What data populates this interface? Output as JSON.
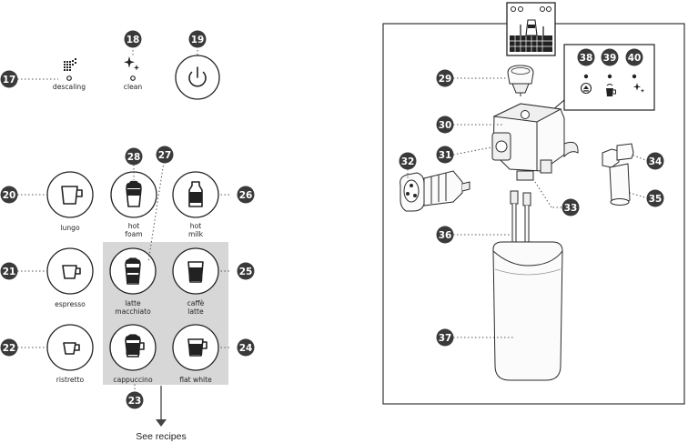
{
  "buttons": {
    "descaling": "descaling",
    "clean": "clean",
    "lungo": "lungo",
    "hot_foam": [
      "hot",
      "foam"
    ],
    "hot_milk": [
      "hot",
      "milk"
    ],
    "espresso": "espresso",
    "latte_macchiato": [
      "latte",
      "macchiato"
    ],
    "caffe_latte": [
      "caffè",
      "latte"
    ],
    "ristretto": "ristretto",
    "cappuccino": "cappuccino",
    "flat_white": "flat white"
  },
  "see_recipes": "See recipes",
  "callouts": {
    "n17": "17",
    "n18": "18",
    "n19": "19",
    "n20": "20",
    "n21": "21",
    "n22": "22",
    "n23": "23",
    "n24": "24",
    "n25": "25",
    "n26": "26",
    "n27": "27",
    "n28": "28",
    "n29": "29",
    "n30": "30",
    "n31": "31",
    "n32": "32",
    "n33": "33",
    "n34": "34",
    "n35": "35",
    "n36": "36",
    "n37": "37",
    "n38": "38",
    "n39": "39",
    "n40": "40"
  },
  "colors": {
    "callout": "#3a3a3a",
    "recipe_panel": "#d7d7d7",
    "line": "#222222"
  }
}
